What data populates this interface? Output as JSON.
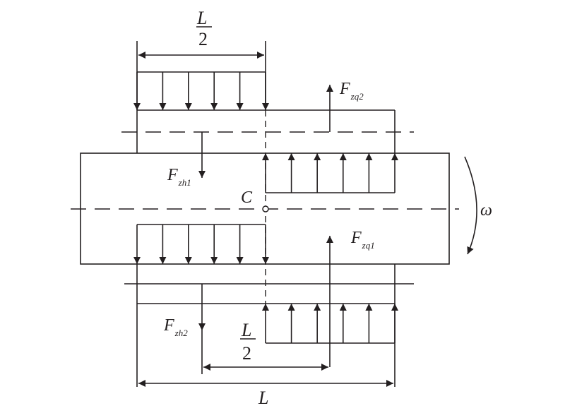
{
  "diagram": {
    "title": "",
    "colors": {
      "ink": "#231f20",
      "background": "#ffffff"
    },
    "dimensions": {
      "top_half_length": {
        "numerator": "L",
        "denominator": "2"
      },
      "bottom_half_length": {
        "numerator": "L",
        "denominator": "2"
      },
      "total_length": {
        "label": "L"
      }
    },
    "forces": {
      "fzq2": {
        "main": "F",
        "sub": "zq2",
        "direction": "up"
      },
      "fzh1": {
        "main": "F",
        "sub": "zh1",
        "direction": "down"
      },
      "fzq1": {
        "main": "F",
        "sub": "zq1",
        "direction": "up"
      },
      "fzh2": {
        "main": "F",
        "sub": "zh2",
        "direction": "down"
      }
    },
    "center_point": {
      "label": "C"
    },
    "rotation": {
      "label": "ω",
      "direction": "clockwise"
    },
    "distributed_loads": [
      {
        "name": "top-left-down",
        "direction": "down",
        "arrow_count": 6
      },
      {
        "name": "top-right-up",
        "direction": "up",
        "arrow_count": 6
      },
      {
        "name": "bottom-left-down",
        "direction": "down",
        "arrow_count": 6
      },
      {
        "name": "bottom-right-up",
        "direction": "up",
        "arrow_count": 6
      }
    ]
  }
}
